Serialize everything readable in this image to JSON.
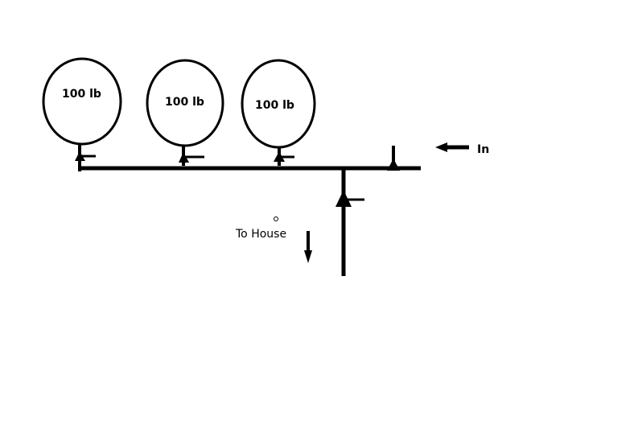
{
  "diagram": {
    "tanks": [
      {
        "label": "100 lb"
      },
      {
        "label": "100 lb"
      },
      {
        "label": "100 lb"
      }
    ],
    "inlet_label": "In",
    "outlet_label": "To House"
  },
  "colors": {
    "stroke": "#000000",
    "background": "#ffffff"
  }
}
